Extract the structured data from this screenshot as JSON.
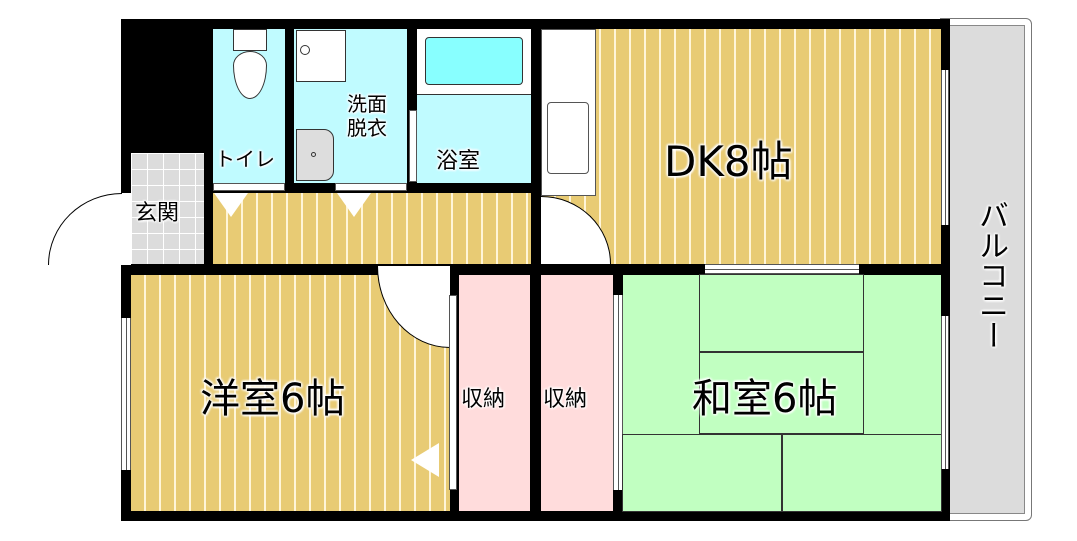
{
  "floorplan": {
    "rooms": {
      "dk": {
        "label": "DK8帖",
        "type": "dining-kitchen",
        "size_jo": 8
      },
      "western": {
        "label": "洋室6帖",
        "type": "western-room",
        "size_jo": 6
      },
      "japanese": {
        "label": "和室6帖",
        "type": "japanese-room",
        "size_jo": 6
      },
      "storage1": {
        "label": "収納"
      },
      "storage2": {
        "label": "収納"
      },
      "toilet": {
        "label": "トイレ"
      },
      "washroom": {
        "label_line1": "洗面",
        "label_line2": "脱衣"
      },
      "bath": {
        "label": "浴室"
      },
      "entrance": {
        "label": "玄関"
      },
      "balcony": {
        "label": "バルコニー"
      }
    },
    "colors": {
      "flooring": "#e8cb74",
      "wet_area": "#c0fbff",
      "storage": "#ffdcdc",
      "tatami": "#c1ffc1",
      "balcony": "#dcdcdc",
      "wall": "#000000"
    }
  }
}
